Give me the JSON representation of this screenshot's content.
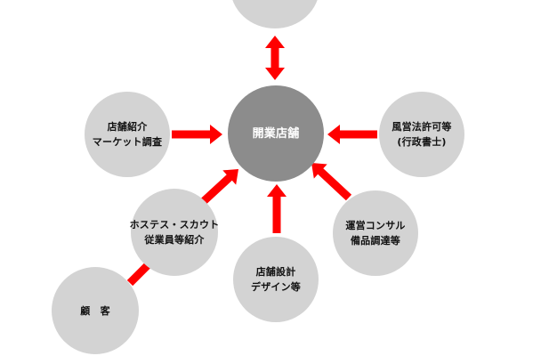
{
  "center": {
    "label": "開業店舗"
  },
  "nodes": {
    "top": {
      "lines": []
    },
    "left": {
      "lines": [
        "店舗紹介",
        "マーケット調査"
      ]
    },
    "right": {
      "lines": [
        "風営法許可等",
        "(行政書士)"
      ]
    },
    "hostess": {
      "lines": [
        "ホステス・スカウト",
        "従業員等紹介"
      ]
    },
    "operation": {
      "lines": [
        "運営コンサル",
        "備品調達等"
      ]
    },
    "design": {
      "lines": [
        "店舗設計",
        "デザイン等"
      ]
    },
    "customer": {
      "lines": [
        "顧　客"
      ]
    }
  },
  "colors": {
    "arrow": "#ff0000",
    "satellite": "#d3d3d3",
    "center": "#8c8c8c"
  }
}
